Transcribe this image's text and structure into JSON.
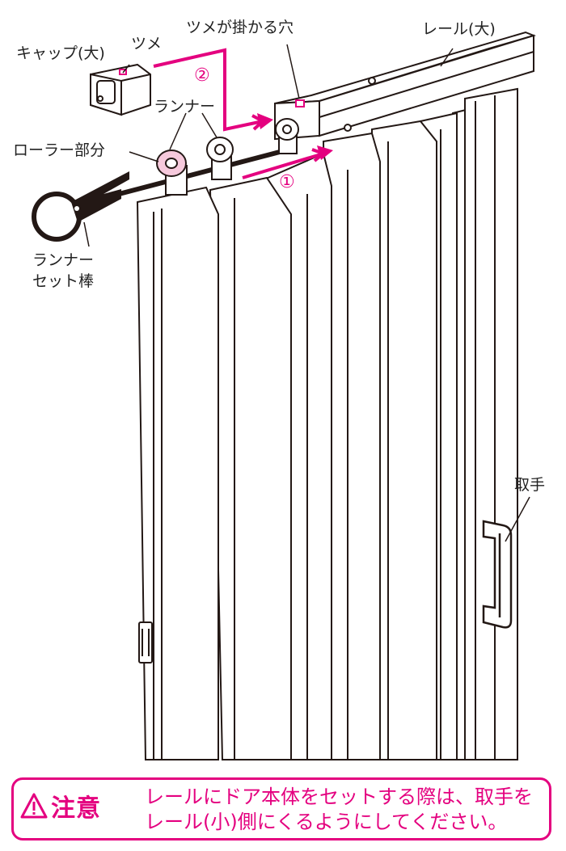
{
  "labels": {
    "cap": "キャップ(大)",
    "tsume": "ツメ",
    "hole": "ツメが掛かる穴",
    "rail": "レール(大)",
    "runner": "ランナー",
    "roller": "ローラー部分",
    "rod_line1": "ランナー",
    "rod_line2": "セット棒",
    "handle": "取手"
  },
  "steps": {
    "step1": "①",
    "step2": "②"
  },
  "caution": {
    "title": "注意",
    "line1": "レールにドア本体をセットする際は、取手を",
    "line2": "レール(小)側にくるようにしてください。"
  },
  "colors": {
    "accent": "#e4007f",
    "line": "#231815",
    "roller": "#f6c9dc"
  },
  "icons": {
    "caution": "warning-triangle-icon"
  }
}
